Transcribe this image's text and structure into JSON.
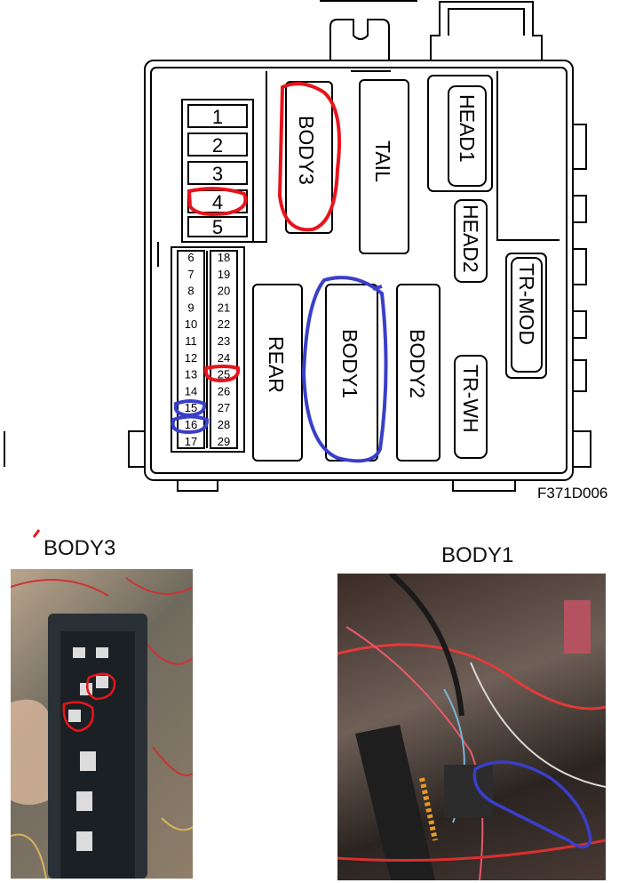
{
  "diagram": {
    "code": "F371D006",
    "large_fuses": [
      "1",
      "2",
      "3",
      "4",
      "5"
    ],
    "mini_fuses_left": [
      "6",
      "7",
      "8",
      "9",
      "10",
      "11",
      "12",
      "13",
      "14",
      "15",
      "16",
      "17"
    ],
    "mini_fuses_right": [
      "18",
      "19",
      "20",
      "21",
      "22",
      "23",
      "24",
      "25",
      "26",
      "27",
      "28",
      "29"
    ],
    "relays": {
      "body3": "BODY3",
      "tail": "TAIL",
      "head1": "HEAD1",
      "head2": "HEAD2",
      "tr_mod": "TR-MOD",
      "rear": "REAR",
      "body1": "BODY1",
      "body2": "BODY2",
      "tr_wh": "TR-WH"
    },
    "highlight_colors": {
      "red": "#e8141c",
      "blue": "#3a3fc8"
    }
  },
  "photos": {
    "left_caption": "BODY3",
    "right_caption": "BODY1"
  }
}
